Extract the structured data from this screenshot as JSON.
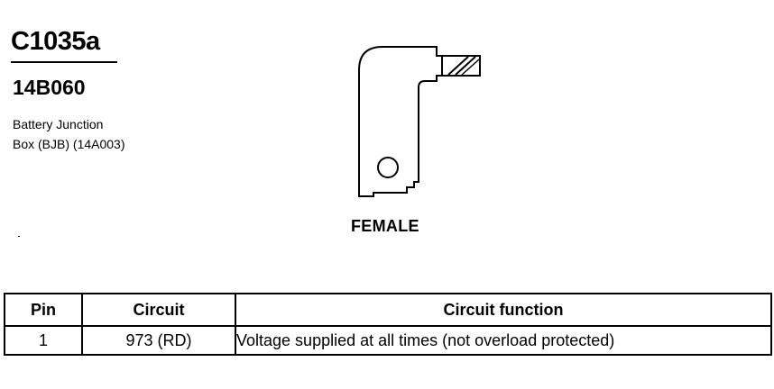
{
  "connector": {
    "id": "C1035a",
    "part_number": "14B060",
    "description_line1": "Battery Junction",
    "description_line2": "Box (BJB) (14A003)"
  },
  "diagram": {
    "gender_label": "FEMALE"
  },
  "table": {
    "headers": {
      "pin": "Pin",
      "circuit": "Circuit",
      "function": "Circuit function"
    },
    "rows": [
      {
        "pin": "1",
        "circuit": "973 (RD)",
        "function": "Voltage supplied at all times (not overload protected)"
      }
    ]
  }
}
